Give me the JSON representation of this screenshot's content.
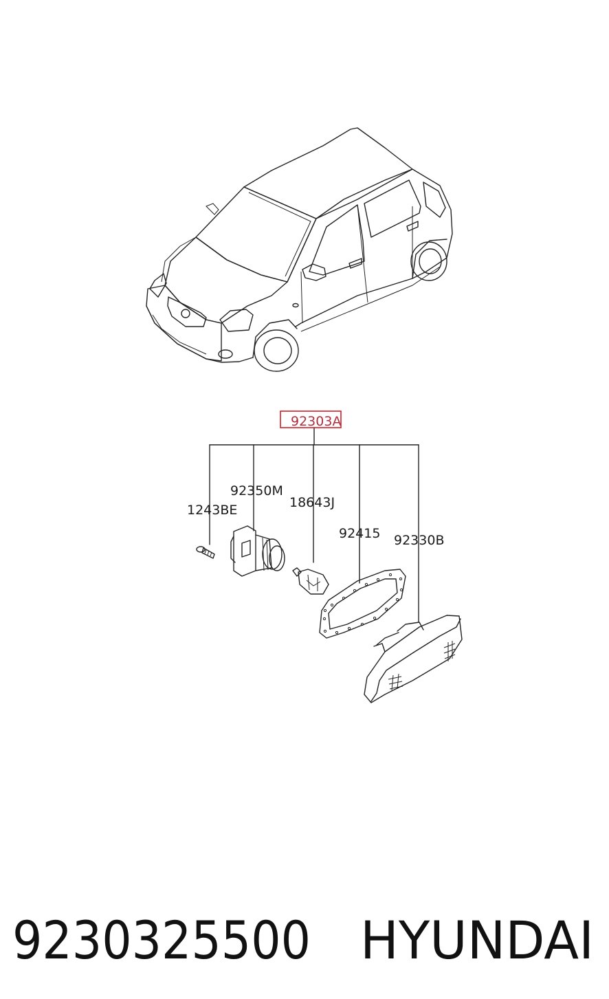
{
  "assembly": {
    "part_number": "92303A",
    "highlight_color": "#d0202a"
  },
  "parts": [
    {
      "id": "screw",
      "label": "1243BE"
    },
    {
      "id": "socket",
      "label": "92350M"
    },
    {
      "id": "bulb",
      "label": "18643J"
    },
    {
      "id": "gasket",
      "label": "92415"
    },
    {
      "id": "lens",
      "label": "92330B"
    }
  ],
  "footer": {
    "part_number": "9230325500",
    "brand": "HYUNDAI"
  }
}
